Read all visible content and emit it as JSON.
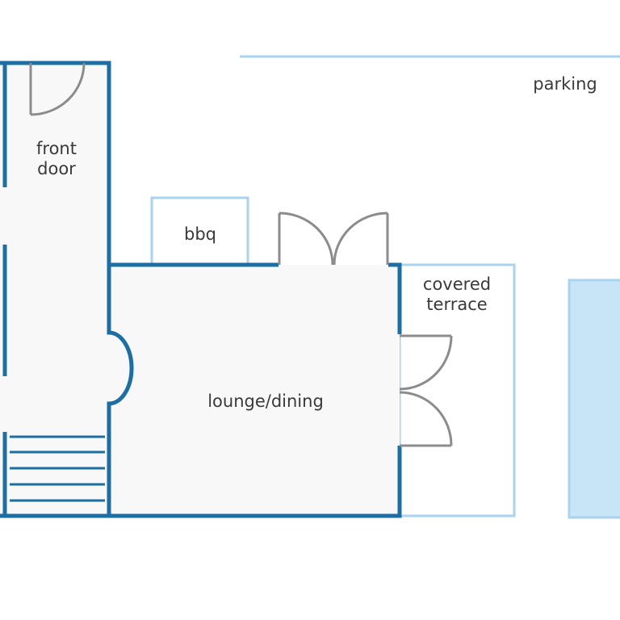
{
  "labels": {
    "front_door_line1": "front",
    "front_door_line2": "door",
    "bbq": "bbq",
    "parking": "parking",
    "covered_terrace_line1": "covered",
    "covered_terrace_line2": "terrace",
    "lounge_dining": "lounge/dining"
  },
  "colors": {
    "wall": "#1c6ea4",
    "outdoor_outline": "#a9d3ee",
    "room_fill": "#f8f8f8",
    "pool_fill": "#c7e5f7",
    "door": "#8c8c8c"
  }
}
